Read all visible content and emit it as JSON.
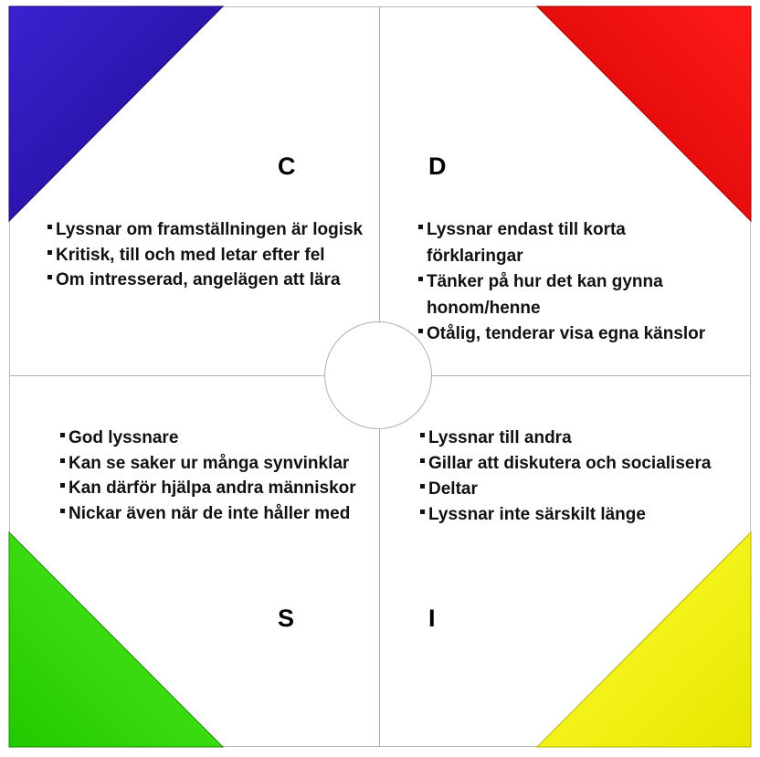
{
  "colors": {
    "c": "#2a14b3",
    "d": "#ff0000",
    "s": "#33dd00",
    "i": "#ffff00",
    "lines": "#b0b0b0"
  },
  "quadrants": {
    "c": {
      "letter": "C",
      "items": [
        "Lyssnar om framställningen är logisk",
        "Kritisk, till och med letar efter fel",
        "Om intresserad, angelägen att lära"
      ]
    },
    "d": {
      "letter": "D",
      "items": [
        "Lyssnar endast till korta förklaringar",
        "Tänker på hur det kan gynna honom/henne",
        "Otålig, tenderar visa egna känslor"
      ]
    },
    "s": {
      "letter": "S",
      "items": [
        "God lyssnare",
        "Kan se saker ur många synvinklar",
        "Kan därför hjälpa andra människor",
        "Nickar även när de inte håller med"
      ]
    },
    "i": {
      "letter": "I",
      "items": [
        "Lyssnar till andra",
        "Gillar att diskutera och socialisera",
        "Deltar",
        "Lyssnar inte särskilt länge"
      ]
    }
  }
}
